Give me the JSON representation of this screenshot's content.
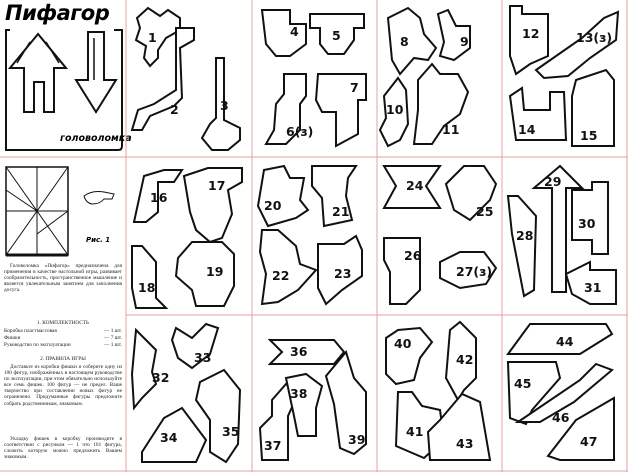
{
  "brand": {
    "title": "Пифагор",
    "subtitle": "головоломка",
    "figure_label": "Рис. 1"
  },
  "instructions": {
    "intro": "Головоломка «Пифагор» предназначена для применения в качестве настольной игры, развивает сообразительность, пространственное мышление и является увлекательным занятием для заполнения досуга.",
    "section1_title": "1. КОМПЛЕКТНОСТЬ",
    "items": [
      {
        "name": "Коробка пластмассовая",
        "qty": "— 1 шт."
      },
      {
        "name": "Фишки",
        "qty": "— 7 шт."
      },
      {
        "name": "Руководство по эксплуатации",
        "qty": "— 1 шт."
      }
    ],
    "section2_title": "2. ПРАВИЛА ИГРЫ",
    "rules": "Доставьте из коробки фишки и соберите одну из 100 фигур, изображённых в настоящем руководстве по эксплуатации, при этом обязательно используйте все семь фишек. 100 фигур — не предел. Ваше творчество при составлении новых фигур не ограничено. Придуманные фигуры предложите собрать родственникам, знакомым.",
    "storage": "Укладку фишек в коробку производите в соответствии с рисунком — 1 что 101 фигура, сложить которую можно предложить Вашим знакомым."
  },
  "puzzles": [
    {
      "id": "1",
      "label": "1"
    },
    {
      "id": "2",
      "label": "2"
    },
    {
      "id": "3",
      "label": "3"
    },
    {
      "id": "4",
      "label": "4"
    },
    {
      "id": "5",
      "label": "5"
    },
    {
      "id": "6",
      "label": "6(з)"
    },
    {
      "id": "7",
      "label": "7"
    },
    {
      "id": "8",
      "label": "8"
    },
    {
      "id": "9",
      "label": "9"
    },
    {
      "id": "10",
      "label": "10"
    },
    {
      "id": "11",
      "label": "11"
    },
    {
      "id": "12",
      "label": "12"
    },
    {
      "id": "13",
      "label": "13(з)"
    },
    {
      "id": "14",
      "label": "14"
    },
    {
      "id": "15",
      "label": "15"
    },
    {
      "id": "16",
      "label": "16"
    },
    {
      "id": "17",
      "label": "17"
    },
    {
      "id": "18",
      "label": "18"
    },
    {
      "id": "19",
      "label": "19"
    },
    {
      "id": "20",
      "label": "20"
    },
    {
      "id": "21",
      "label": "21"
    },
    {
      "id": "22",
      "label": "22"
    },
    {
      "id": "23",
      "label": "23"
    },
    {
      "id": "24",
      "label": "24"
    },
    {
      "id": "25",
      "label": "25"
    },
    {
      "id": "26",
      "label": "26"
    },
    {
      "id": "27",
      "label": "27(з)"
    },
    {
      "id": "28",
      "label": "28"
    },
    {
      "id": "29",
      "label": "29"
    },
    {
      "id": "30",
      "label": "30"
    },
    {
      "id": "31",
      "label": "31"
    },
    {
      "id": "32",
      "label": "32"
    },
    {
      "id": "33",
      "label": "33"
    },
    {
      "id": "34",
      "label": "34"
    },
    {
      "id": "35",
      "label": "35"
    },
    {
      "id": "36",
      "label": "36"
    },
    {
      "id": "37",
      "label": "37"
    },
    {
      "id": "38",
      "label": "38"
    },
    {
      "id": "39",
      "label": "39"
    },
    {
      "id": "40",
      "label": "40"
    },
    {
      "id": "41",
      "label": "41"
    },
    {
      "id": "42",
      "label": "42"
    },
    {
      "id": "43",
      "label": "43"
    },
    {
      "id": "44",
      "label": "44"
    },
    {
      "id": "45",
      "label": "45"
    },
    {
      "id": "46",
      "label": "46"
    },
    {
      "id": "47",
      "label": "47"
    }
  ]
}
